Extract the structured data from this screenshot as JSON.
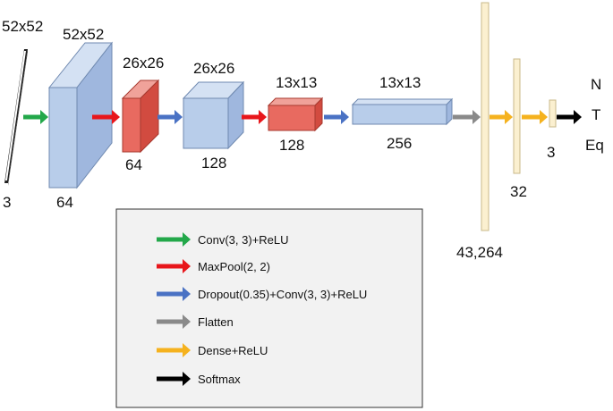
{
  "colors": {
    "conv": "#23a84a",
    "maxpool": "#e8161b",
    "dropout": "#4a72c4",
    "flatten": "#8a8a8a",
    "dense": "#f5b21e",
    "softmax": "#000000",
    "blue_block": "#b8cdea",
    "red_block": "#e86a60",
    "dense_bar": "#fbf0d0",
    "legend_bg": "#f2f2f2"
  },
  "layers": {
    "input": {
      "spatial": "52x52",
      "channels": "3"
    },
    "conv1": {
      "spatial": "52x52",
      "channels": "64"
    },
    "pool1": {
      "spatial": "26x26",
      "channels": "64"
    },
    "conv2": {
      "spatial": "26x26",
      "channels": "128"
    },
    "pool2": {
      "spatial": "13x13",
      "channels": "128"
    },
    "conv3": {
      "spatial": "13x13",
      "channels": "256"
    },
    "flatten": {
      "units": "43,264"
    },
    "dense1": {
      "units": "32"
    },
    "dense2": {
      "units": "3"
    }
  },
  "outputs": [
    "N",
    "T",
    "Eq"
  ],
  "legend": [
    {
      "key": "conv",
      "label": "Conv(3, 3)+ReLU"
    },
    {
      "key": "maxpool",
      "label": "MaxPool(2, 2)"
    },
    {
      "key": "dropout",
      "label": "Dropout(0.35)+Conv(3, 3)+ReLU"
    },
    {
      "key": "flatten",
      "label": "Flatten"
    },
    {
      "key": "dense",
      "label": "Dense+ReLU"
    },
    {
      "key": "softmax",
      "label": "Softmax"
    }
  ]
}
